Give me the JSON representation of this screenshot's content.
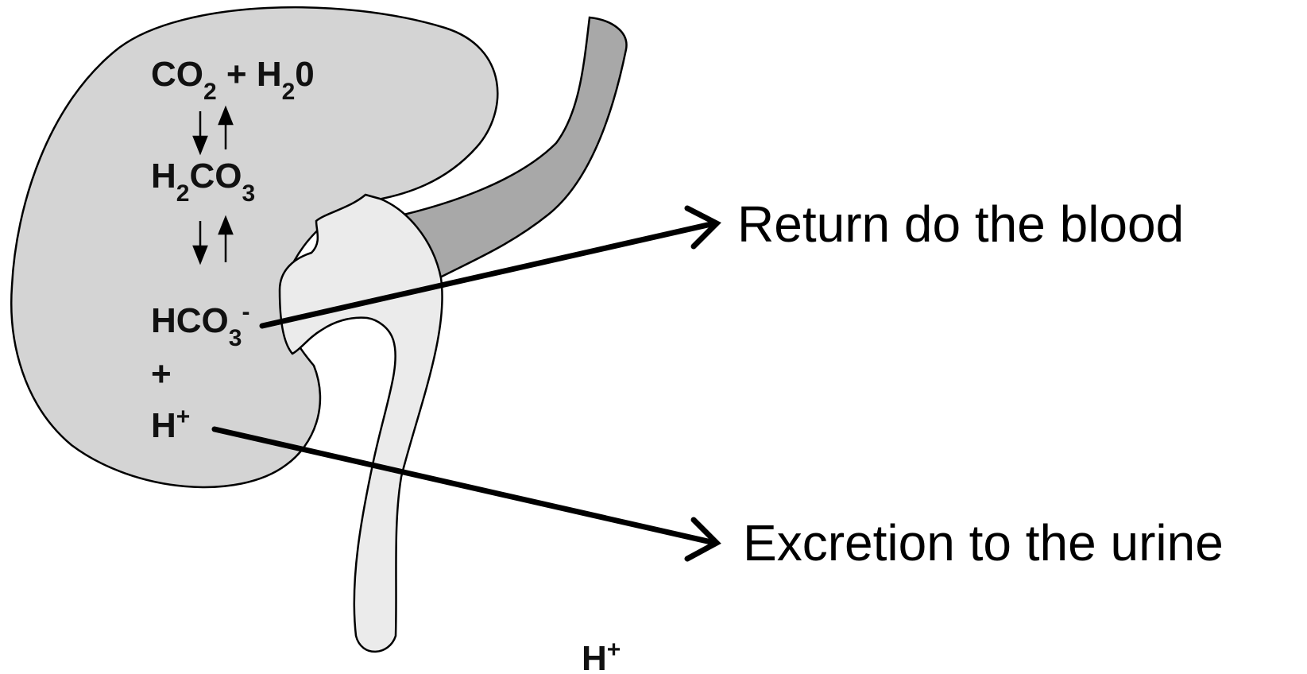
{
  "diagram": {
    "reaction": {
      "co2_h2o": {
        "c": "CO",
        "sub1": "2",
        "plus": " + H",
        "sub2": "2",
        "tail": "0"
      },
      "h2co3": {
        "h": "H",
        "sub1": "2",
        "co": "CO",
        "sub2": "3"
      },
      "hco3": {
        "base": "HCO",
        "sub": "3",
        "sup": "-"
      },
      "plus_sign": "+",
      "h_ion": {
        "base": "H",
        "sup": "+"
      }
    },
    "outputs": {
      "return_label": "Return do the blood",
      "excretion_label": "Excretion to the urine"
    },
    "urine_h_ion": {
      "base": "H",
      "sup": "+"
    },
    "colors": {
      "kidney_fill": "#d4d4d4",
      "ureter_fill": "#ebebeb",
      "vessel_fill": "#a8a8a8",
      "outline": "#000000",
      "arrow": "#000000"
    }
  }
}
